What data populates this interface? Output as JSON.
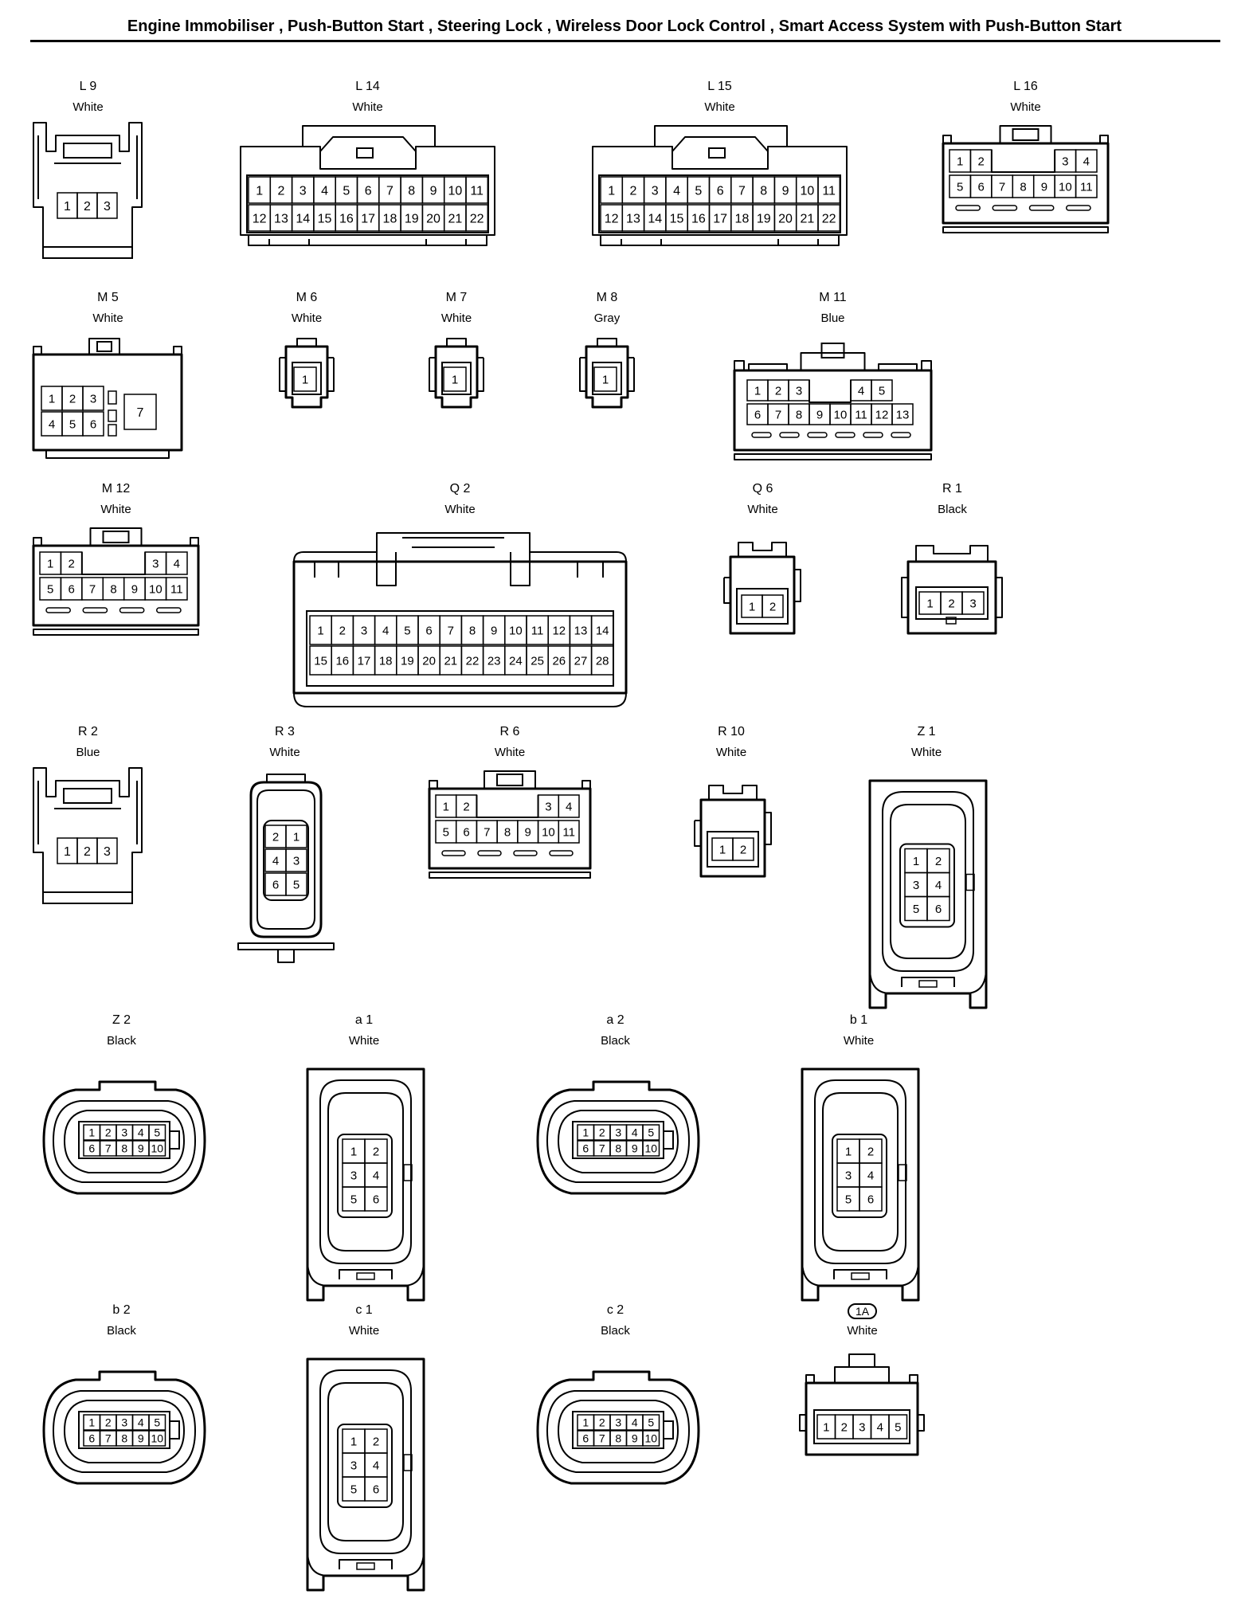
{
  "title": "Engine Immobiliser , Push-Button Start , Steering Lock , Wireless Door Lock Control , Smart Access System with Push-Button Start",
  "connectors": [
    {
      "id": "L 9",
      "color": "White",
      "pins": [
        "1",
        "2",
        "3"
      ]
    },
    {
      "id": "L 14",
      "color": "White",
      "pins": [
        "1",
        "2",
        "3",
        "4",
        "5",
        "6",
        "7",
        "8",
        "9",
        "10",
        "11",
        "12",
        "13",
        "14",
        "15",
        "16",
        "17",
        "18",
        "19",
        "20",
        "21",
        "22"
      ]
    },
    {
      "id": "L 15",
      "color": "White",
      "pins": [
        "1",
        "2",
        "3",
        "4",
        "5",
        "6",
        "7",
        "8",
        "9",
        "10",
        "11",
        "12",
        "13",
        "14",
        "15",
        "16",
        "17",
        "18",
        "19",
        "20",
        "21",
        "22"
      ]
    },
    {
      "id": "L 16",
      "color": "White",
      "pins": [
        "1",
        "2",
        "3",
        "4",
        "5",
        "6",
        "7",
        "8",
        "9",
        "10",
        "11"
      ]
    },
    {
      "id": "M 5",
      "color": "White",
      "pins": [
        "1",
        "2",
        "3",
        "4",
        "5",
        "6",
        "7"
      ]
    },
    {
      "id": "M 6",
      "color": "White",
      "pins": [
        "1"
      ]
    },
    {
      "id": "M 7",
      "color": "White",
      "pins": [
        "1"
      ]
    },
    {
      "id": "M 8",
      "color": "Gray",
      "pins": [
        "1"
      ]
    },
    {
      "id": "M 11",
      "color": "Blue",
      "pins": [
        "1",
        "2",
        "3",
        "4",
        "5",
        "6",
        "7",
        "8",
        "9",
        "10",
        "11",
        "12",
        "13"
      ]
    },
    {
      "id": "M 12",
      "color": "White",
      "pins": [
        "1",
        "2",
        "3",
        "4",
        "5",
        "6",
        "7",
        "8",
        "9",
        "10",
        "11"
      ]
    },
    {
      "id": "Q 2",
      "color": "White",
      "pins": [
        "1",
        "2",
        "3",
        "4",
        "5",
        "6",
        "7",
        "8",
        "9",
        "10",
        "11",
        "12",
        "13",
        "14",
        "15",
        "16",
        "17",
        "18",
        "19",
        "20",
        "21",
        "22",
        "23",
        "24",
        "25",
        "26",
        "27",
        "28"
      ]
    },
    {
      "id": "Q 6",
      "color": "White",
      "pins": [
        "1",
        "2"
      ]
    },
    {
      "id": "R 1",
      "color": "Black",
      "pins": [
        "1",
        "2",
        "3"
      ]
    },
    {
      "id": "R 2",
      "color": "Blue",
      "pins": [
        "1",
        "2",
        "3"
      ]
    },
    {
      "id": "R 3",
      "color": "White",
      "pins": [
        "2",
        "1",
        "4",
        "3",
        "6",
        "5"
      ]
    },
    {
      "id": "R 6",
      "color": "White",
      "pins": [
        "1",
        "2",
        "3",
        "4",
        "5",
        "6",
        "7",
        "8",
        "9",
        "10",
        "11"
      ]
    },
    {
      "id": "R 10",
      "color": "White",
      "pins": [
        "1",
        "2"
      ]
    },
    {
      "id": "Z 1",
      "color": "White",
      "pins": [
        "1",
        "2",
        "3",
        "4",
        "5",
        "6"
      ]
    },
    {
      "id": "Z 2",
      "color": "Black",
      "pins": [
        "1",
        "2",
        "3",
        "4",
        "5",
        "6",
        "7",
        "8",
        "9",
        "10"
      ]
    },
    {
      "id": "a 1",
      "color": "White",
      "pins": [
        "1",
        "2",
        "3",
        "4",
        "5",
        "6"
      ]
    },
    {
      "id": "a 2",
      "color": "Black",
      "pins": [
        "1",
        "2",
        "3",
        "4",
        "5",
        "6",
        "7",
        "8",
        "9",
        "10"
      ]
    },
    {
      "id": "b 1",
      "color": "White",
      "pins": [
        "1",
        "2",
        "3",
        "4",
        "5",
        "6"
      ]
    },
    {
      "id": "b 2",
      "color": "Black",
      "pins": [
        "1",
        "2",
        "3",
        "4",
        "5",
        "6",
        "7",
        "8",
        "9",
        "10"
      ]
    },
    {
      "id": "c 1",
      "color": "White",
      "pins": [
        "1",
        "2",
        "3",
        "4",
        "5",
        "6"
      ]
    },
    {
      "id": "c 2",
      "color": "Black",
      "pins": [
        "1",
        "2",
        "3",
        "4",
        "5",
        "6",
        "7",
        "8",
        "9",
        "10"
      ]
    },
    {
      "id": "1A",
      "color": "White",
      "pins": [
        "1",
        "2",
        "3",
        "4",
        "5"
      ]
    }
  ]
}
